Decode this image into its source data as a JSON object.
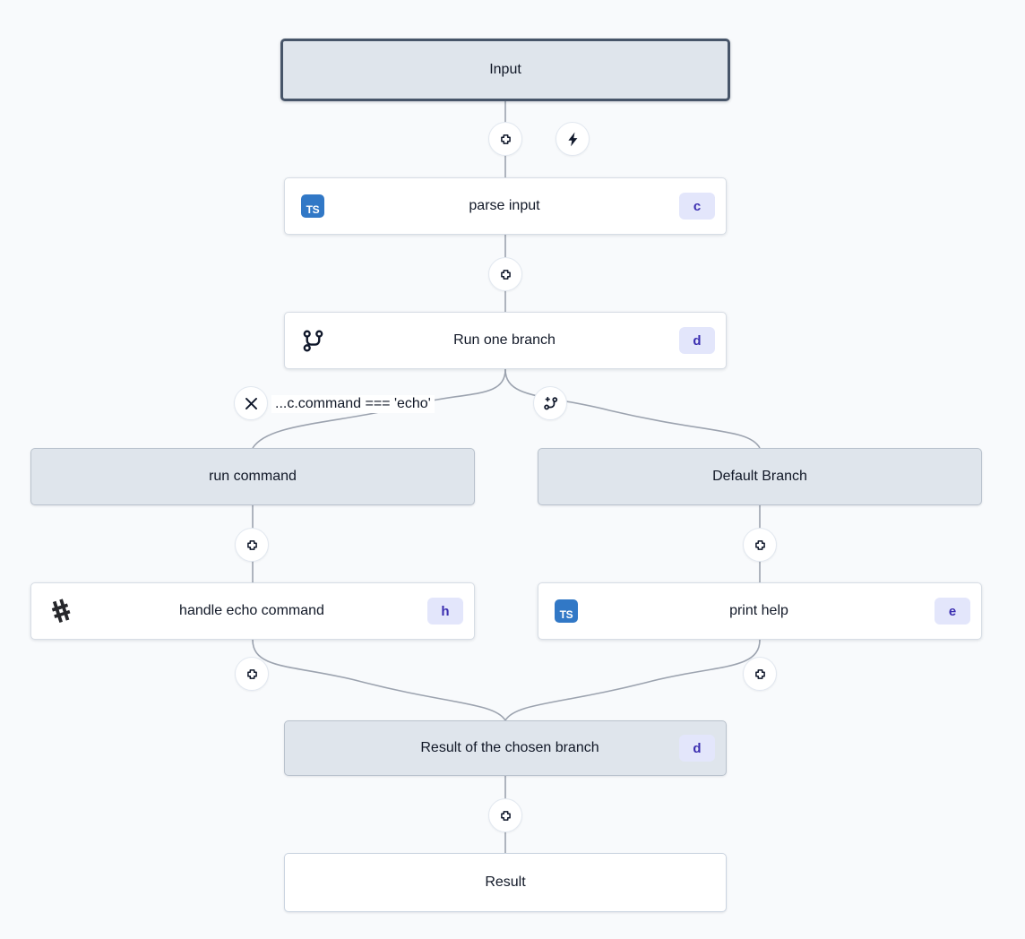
{
  "canvas": {
    "background_color": "#f8fafc",
    "edge_color": "#9ca3af"
  },
  "theme": {
    "io_node_fill": "#dfe5ec",
    "io_node_border": "#b9c2cd",
    "selected_border": "#475569",
    "step_node_fill": "#ffffff",
    "badge_bg": "#e3e6fb",
    "badge_text": "#3b2eb0",
    "ts_icon_bg": "#3178c6"
  },
  "nodes": {
    "input": {
      "label": "Input",
      "type": "input",
      "selected": true
    },
    "parse_input": {
      "label": "parse input",
      "badge": "c",
      "icon": "typescript-icon"
    },
    "run_one_branch": {
      "label": "Run one branch",
      "badge": "d",
      "icon": "git-branch-icon"
    },
    "run_command": {
      "label": "run command",
      "type": "branch"
    },
    "default_branch": {
      "label": "Default Branch",
      "type": "branch"
    },
    "handle_echo_command": {
      "label": "handle echo command",
      "badge": "h",
      "icon": "bash-hash-icon"
    },
    "print_help": {
      "label": "print help",
      "badge": "e",
      "icon": "typescript-icon"
    },
    "branch_result": {
      "label": "Result of the chosen branch",
      "badge": "d",
      "type": "branch"
    },
    "result": {
      "label": "Result",
      "type": "output"
    }
  },
  "branch_condition": {
    "expression": "...c.command === 'echo'",
    "remove_icon": "close-icon",
    "add_branch_icon": "add-branch-icon"
  },
  "handles": {
    "add_icon": "plus-icon",
    "trigger_icon": "lightning-bolt-icon",
    "items": [
      {
        "name": "add-step-after-input",
        "icon": "plus-icon"
      },
      {
        "name": "trigger-after-input",
        "icon": "lightning-bolt-icon"
      },
      {
        "name": "add-step-after-parse-input",
        "icon": "plus-icon"
      },
      {
        "name": "add-step-run-command-branch",
        "icon": "plus-icon"
      },
      {
        "name": "add-step-default-branch",
        "icon": "plus-icon"
      },
      {
        "name": "add-step-after-handle-echo",
        "icon": "plus-icon"
      },
      {
        "name": "add-step-after-print-help",
        "icon": "plus-icon"
      },
      {
        "name": "add-step-after-branch-result",
        "icon": "plus-icon"
      }
    ]
  }
}
